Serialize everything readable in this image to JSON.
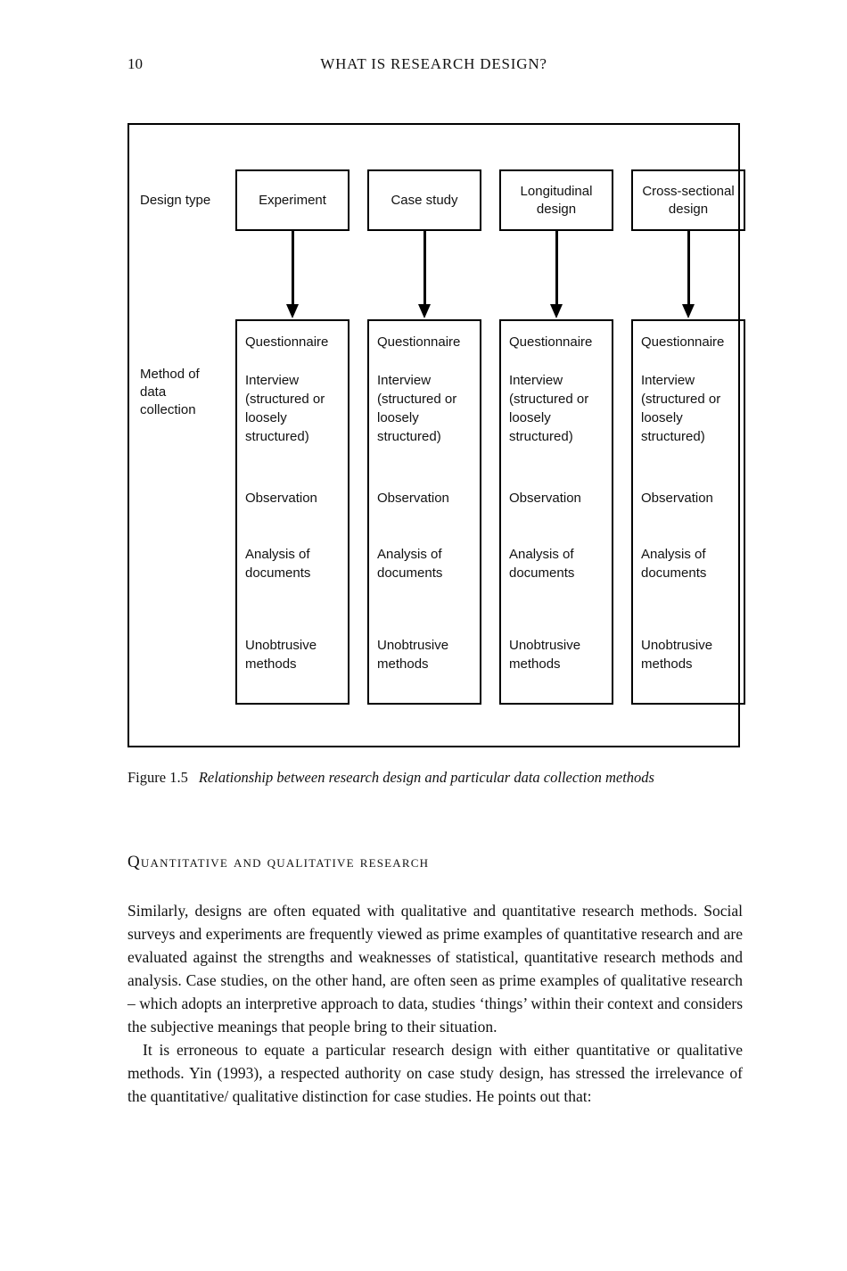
{
  "page": {
    "number": "10",
    "running_head": "WHAT IS RESEARCH DESIGN?"
  },
  "figure": {
    "design_type_label": "Design type",
    "method_label": "Method of data collection",
    "design_types": [
      "Experiment",
      "Case study",
      "Longitudinal design",
      "Cross-sectional design"
    ],
    "methods": [
      "Questionnaire",
      "Interview (structured or loosely structured)",
      "Observation",
      "Analysis of documents",
      "Unobtrusive methods"
    ],
    "caption_label": "Figure 1.5",
    "caption_text": "Relationship between research design and particular data collection methods"
  },
  "section": {
    "heading": "Quantitative and qualitative research",
    "paragraph_1": "Similarly, designs are often equated with qualitative and quantitative research methods. Social surveys and experiments are frequently viewed as prime examples of quantitative research and are evaluated against the strengths and weaknesses of statistical, quantitative research methods and analysis. Case studies, on the other hand, are often seen as prime examples of qualitative research – which adopts an interpretive approach to data, studies ‘things’ within their context and considers the subjective meanings that people bring to their situation.",
    "paragraph_2": "It is erroneous to equate a particular research design with either quantitative or qualitative methods. Yin (1993), a respected authority on case study design, has stressed the irrelevance of the quantitative/ qualitative distinction for case studies. He points out that:"
  }
}
